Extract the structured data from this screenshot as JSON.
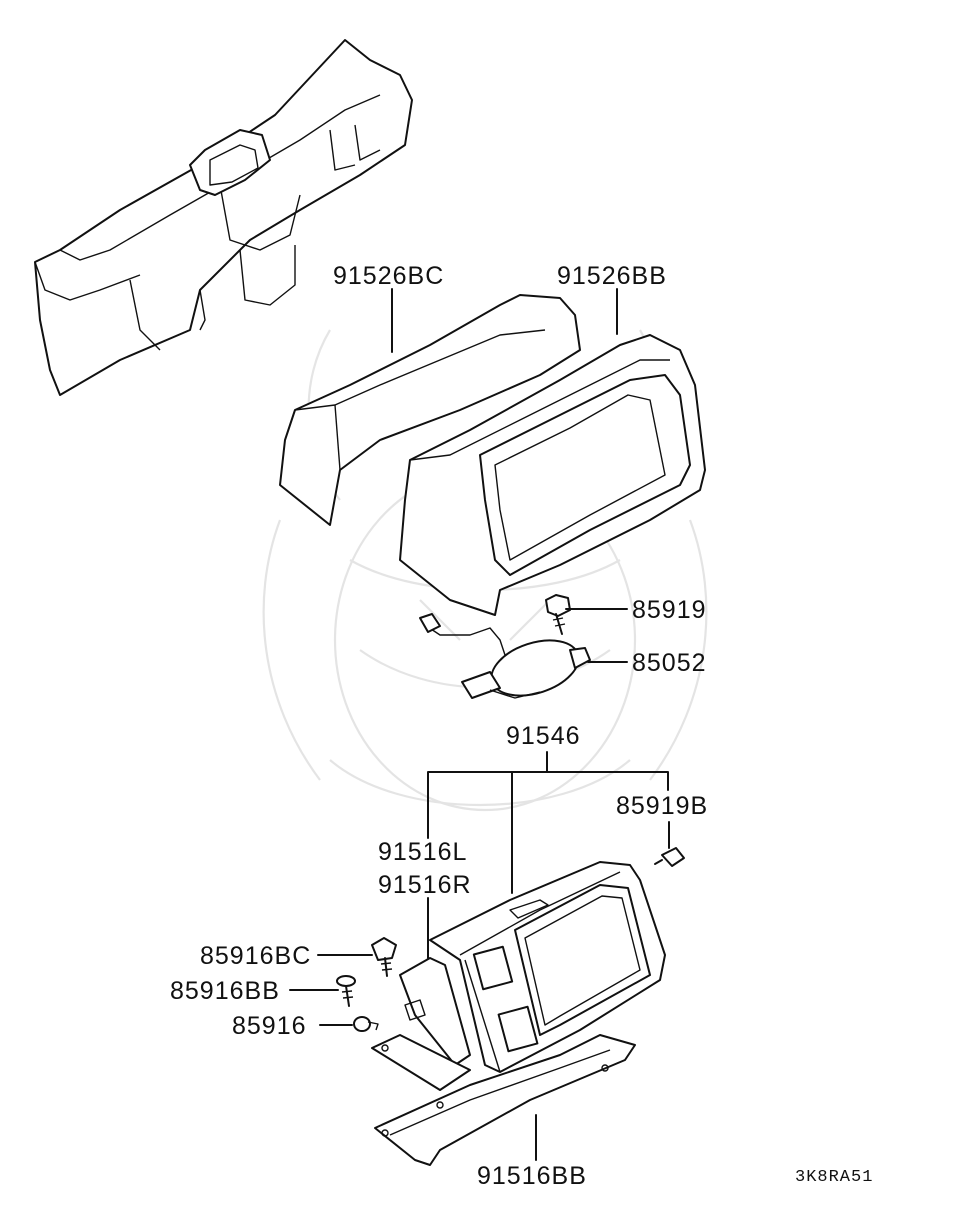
{
  "diagram": {
    "code": "3K8RA51",
    "labels": {
      "p91526BC": "91526BC",
      "p91526BB": "91526BB",
      "p85919": "85919",
      "p85052": "85052",
      "p91546": "91546",
      "p85919B": "85919B",
      "p91516L": "91516L",
      "p91516R": "91516R",
      "p85916BC": "85916BC",
      "p85916BB": "85916BB",
      "p85916": "85916",
      "p91516BB": "91516BB"
    }
  }
}
